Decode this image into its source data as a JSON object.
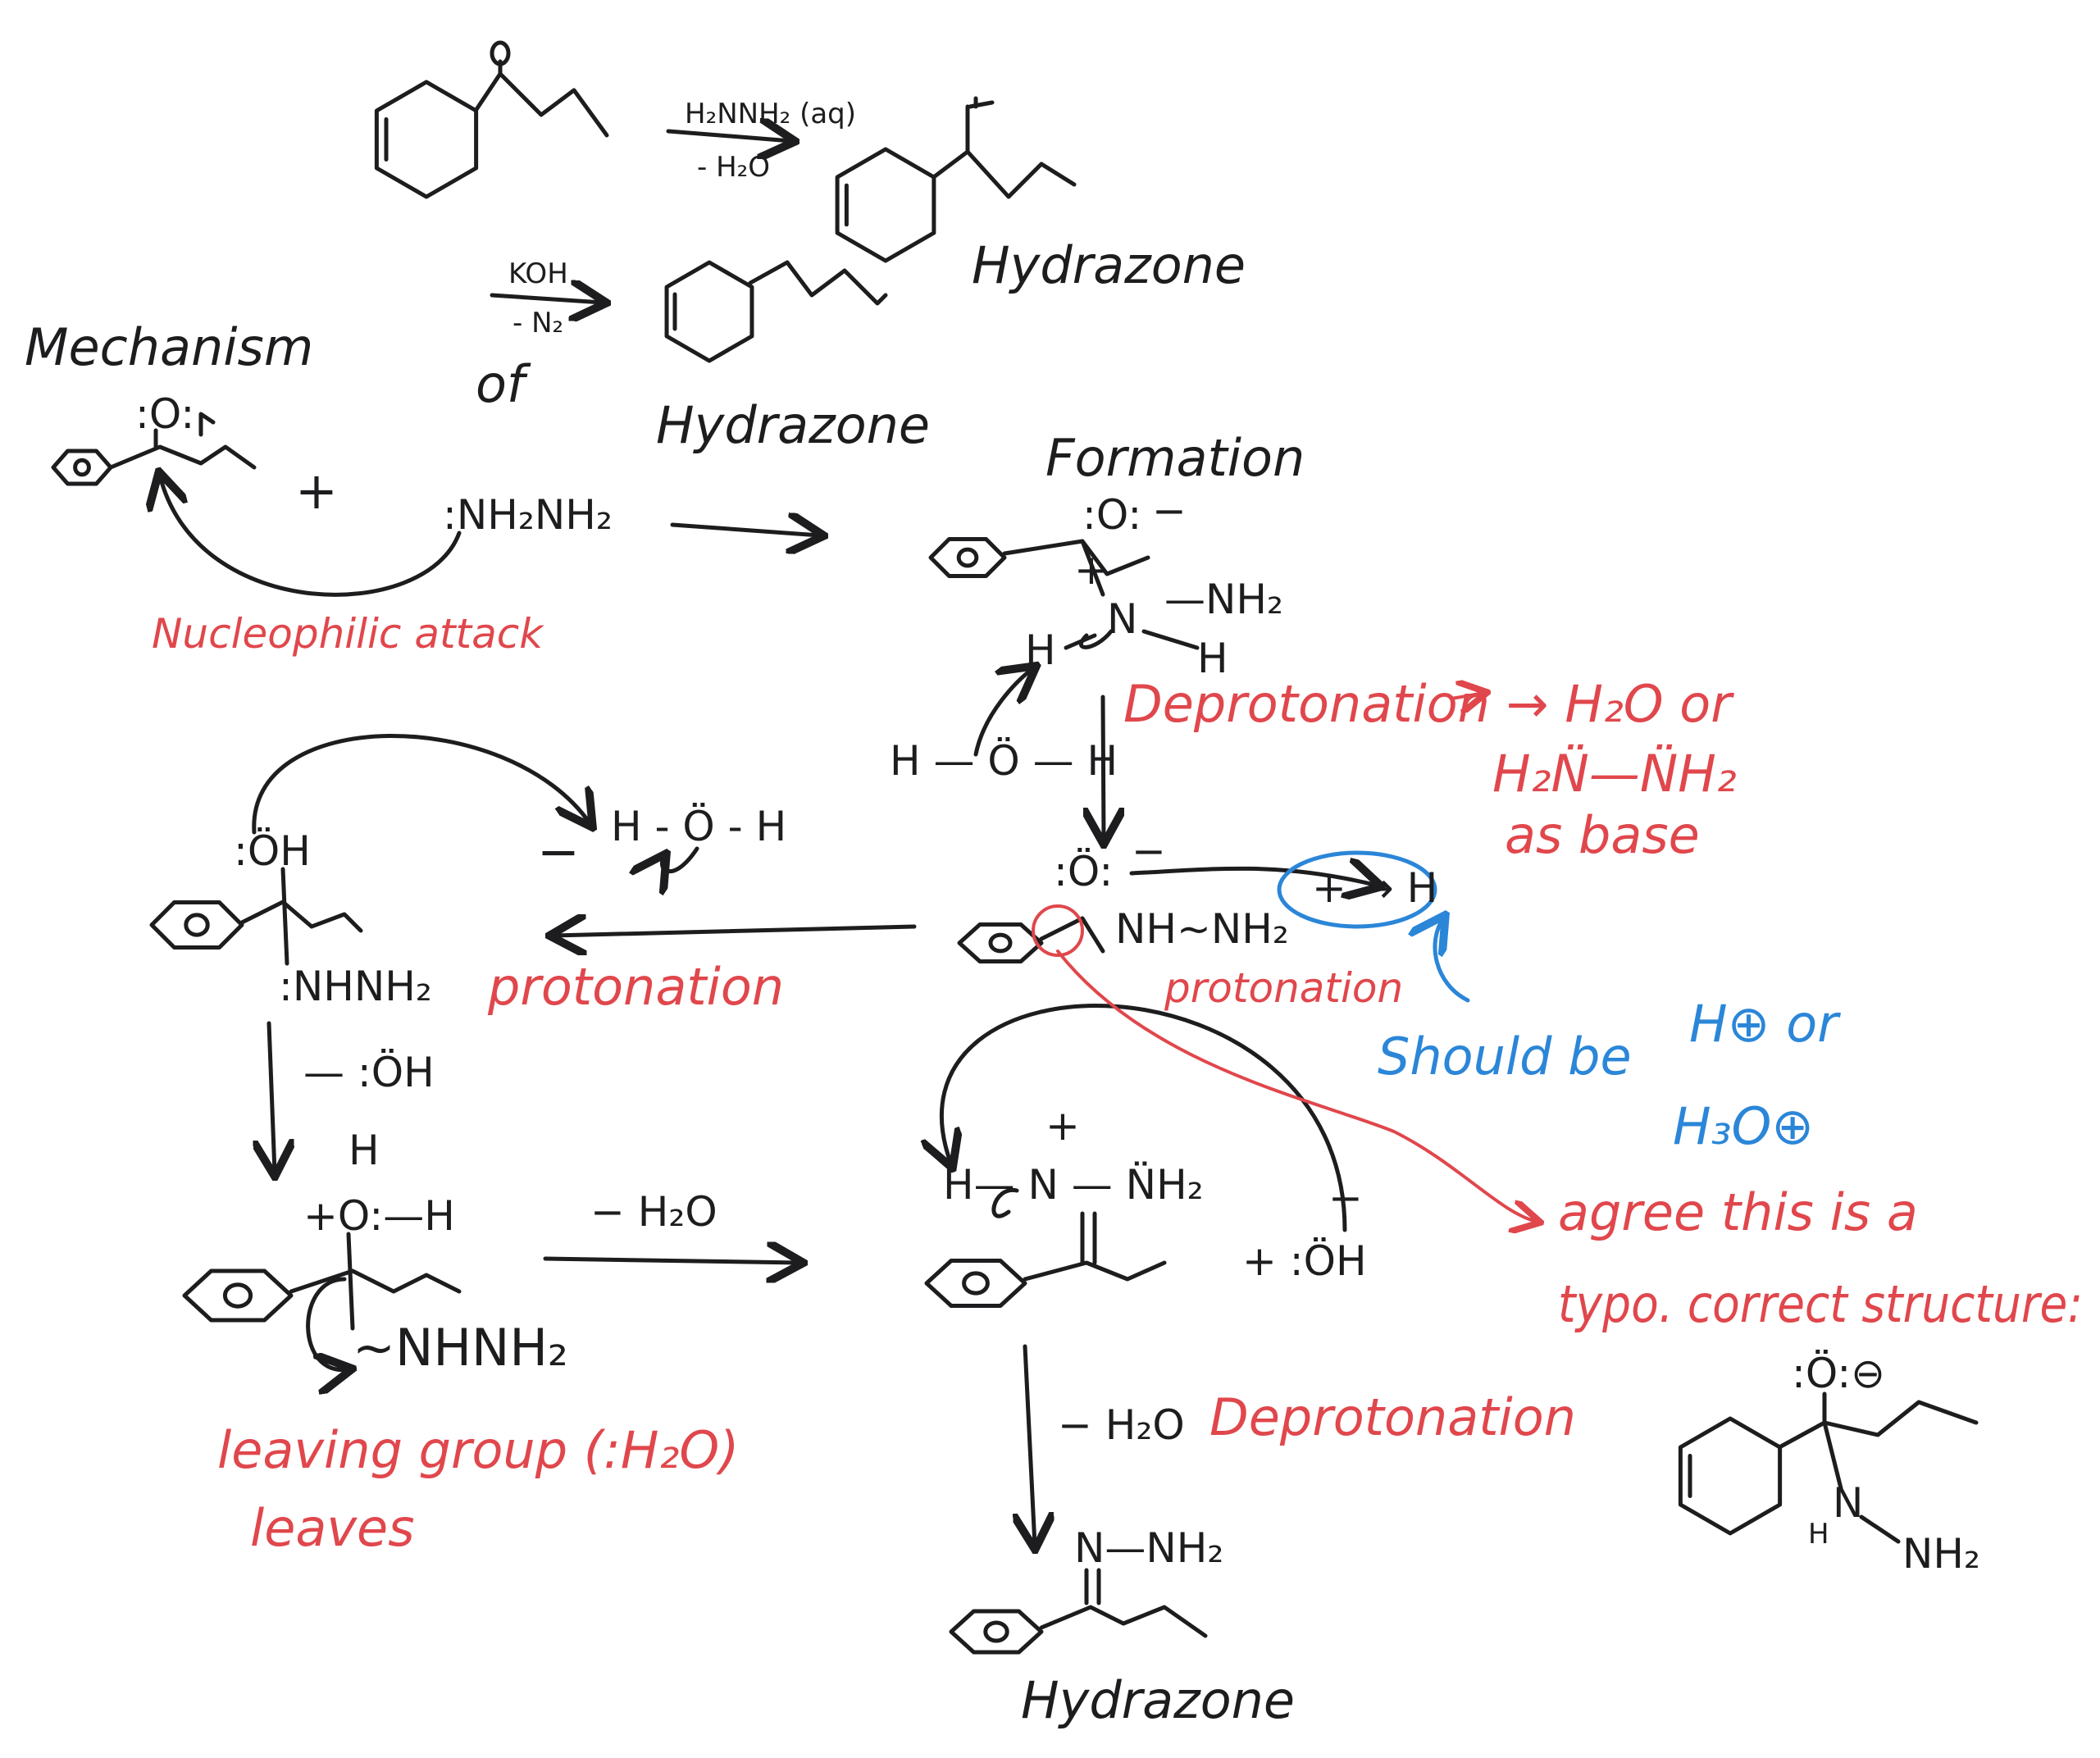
{
  "overview": {
    "reagent1_top": "H₂NNH₂ (aq)",
    "reagent1_bottom": "- H₂O",
    "product1_label": "Hydrazone",
    "reagent2_top": "KOH",
    "reagent2_bottom": "- N₂"
  },
  "title": {
    "line1a": "Mechanism",
    "line1b": "of",
    "line2a": "Hydrazone",
    "line2b": "Formation"
  },
  "step1": {
    "carbonyl_o": ":O:",
    "plus": "+",
    "nucleophile": ":NH₂NH₂",
    "annotation": "Nucleophilic attack"
  },
  "intermediate1": {
    "oxygen": ":O:",
    "charge": "−",
    "n_plus": "+",
    "n": "N",
    "nh2": "—NH₂",
    "h_left": "H",
    "h_right": "H",
    "water": "H — Ö — H"
  },
  "deprotonation1": {
    "label": "Deprotonation → H₂O or",
    "base2": "H₂N̈—N̈H₂",
    "as_base": "as base"
  },
  "intermediate2": {
    "oxygen": ":Ö:",
    "charge": "−",
    "chain": "NH∼NH₂",
    "plus_h": "+ → H",
    "label": "protonation"
  },
  "intermediate3": {
    "oh": ":ÖH",
    "dash": "−",
    "water": "H - Ö - H",
    "nhnh2": ":NHNH₂",
    "label": "protonation",
    "hydroxide": "— :ÖH"
  },
  "intermediate4": {
    "h_top": "H",
    "oxonium": "+O:—H",
    "nhnh2": "∼NHNH₂",
    "label1": "leaving group (:H₂O)",
    "label2": "leaves",
    "arrow_label": "− H₂O"
  },
  "intermediate5": {
    "plus": "+",
    "iminium": "H— N — N̈H₂",
    "hydroxide": "+  :ÖH",
    "hydroxide_charge": "−",
    "arrow_label": "− H₂O",
    "deprotonation": "Deprotonation"
  },
  "final": {
    "group": "N—NH₂",
    "label": "Hydrazone"
  },
  "comments": {
    "blue1": "Should be",
    "blue_h": "H⊕ or",
    "blue2": "H₃O⊕",
    "red1": "agree this is a",
    "red2": "typo. correct structure:",
    "correct_o": ":Ö:⊖",
    "correct_h": "H",
    "correct_n": "N",
    "correct_nh2": "NH₂"
  },
  "colors": {
    "ink": "#1d1d1f",
    "red": "#e0474c",
    "blue": "#2b86d8"
  }
}
